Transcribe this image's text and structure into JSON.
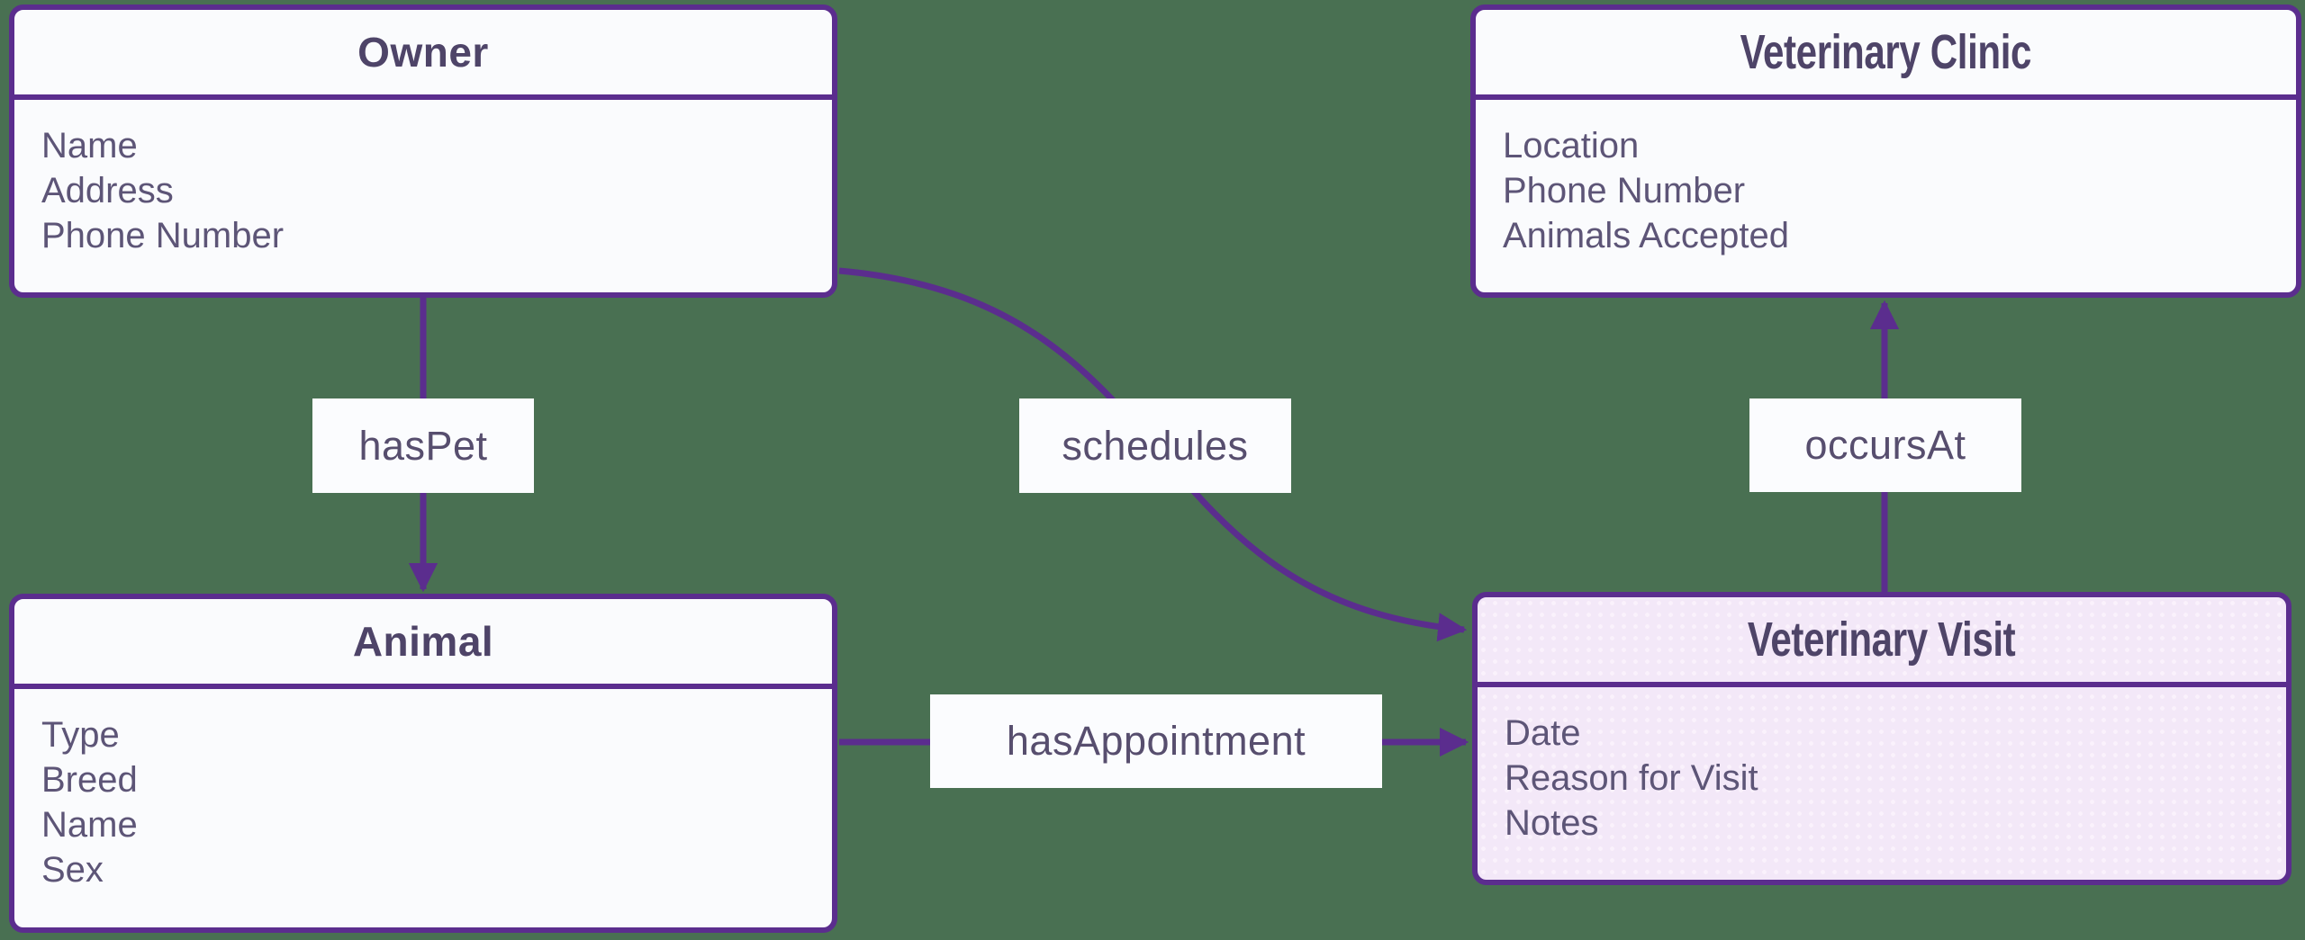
{
  "diagram": {
    "type": "entity-relationship",
    "entities": [
      {
        "title": "Owner",
        "attributes": [
          "Name",
          "Address",
          "Phone Number"
        ]
      },
      {
        "title": "Veterinary Clinic",
        "attributes": [
          "Location",
          "Phone Number",
          "Animals Accepted"
        ]
      },
      {
        "title": "Animal",
        "attributes": [
          "Type",
          "Breed",
          "Name",
          "Sex"
        ]
      },
      {
        "title": "Veterinary Visit",
        "attributes": [
          "Date",
          "Reason for Visit",
          "Notes"
        ]
      }
    ],
    "relationships": [
      {
        "label": "hasPet",
        "from": "Owner",
        "to": "Animal"
      },
      {
        "label": "schedules",
        "from": "Owner",
        "to": "Veterinary Visit"
      },
      {
        "label": "hasAppointment",
        "from": "Animal",
        "to": "Veterinary Visit"
      },
      {
        "label": "occursAt",
        "from": "Veterinary Visit",
        "to": "Veterinary Clinic"
      }
    ],
    "colors": {
      "background": "#497052",
      "line": "#5b2d8e",
      "box_fill": "#fafbfd",
      "highlight_box_fill": "#f3e8f8",
      "title_text": "#4e4468",
      "attribute_text": "#5d5577",
      "label_text": "#574e6e",
      "label_fill": "#fbfcfe"
    }
  }
}
